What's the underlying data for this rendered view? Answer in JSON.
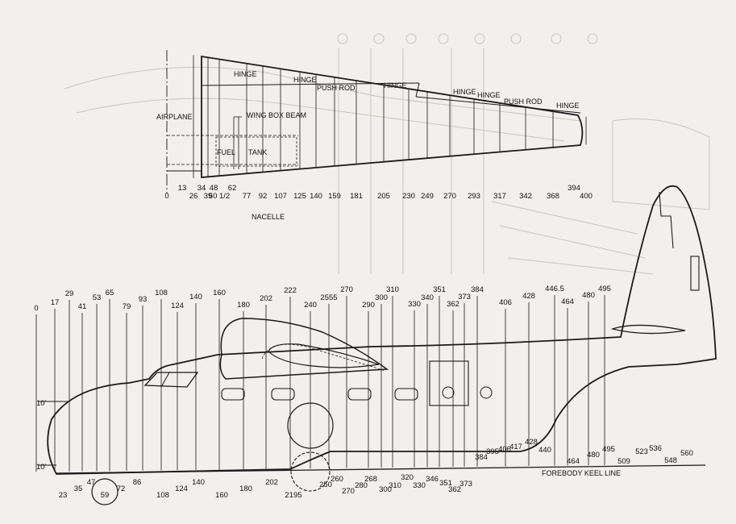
{
  "wing": {
    "labels": {
      "airplane": "AIRPLANE",
      "hinge1": "HINGE",
      "hinge2": "HINGE",
      "hinge3": "HINGE",
      "hinge4": "HINGE",
      "hinge5": "HINGE",
      "hinge6": "HINGE",
      "push_rod1": "PUSH ROD",
      "push_rod2": "PUSH ROD",
      "wing_box_beam": "WING BOX BEAM",
      "fuel": "FUEL",
      "tank": "TANK",
      "nacelle": "NACELLE"
    },
    "stations_bottom": [
      "0",
      "26",
      "39",
      "50 1/2",
      "77",
      "92",
      "107",
      "125",
      "140",
      "159",
      "181",
      "205",
      "230",
      "249",
      "270",
      "293",
      "317",
      "342",
      "368",
      "400"
    ],
    "stations_top": [
      "13",
      "34",
      "48",
      "62",
      "394"
    ]
  },
  "hull": {
    "top_stations": [
      "0",
      "17",
      "29",
      "41",
      "53",
      "65",
      "79",
      "93",
      "108",
      "124",
      "140",
      "160",
      "180",
      "202",
      "222",
      "240",
      "2555",
      "270",
      "290",
      "300",
      "310",
      "330",
      "340",
      "351",
      "362",
      "373",
      "384",
      "406",
      "428",
      "446.5",
      "464",
      "480",
      "495"
    ],
    "bottom_stations": [
      "23",
      "35",
      "47",
      "59",
      "72",
      "86",
      "108",
      "124",
      "140",
      "160",
      "180",
      "202",
      "2195",
      "250",
      "260",
      "270",
      "268",
      "280",
      "300",
      "310",
      "320",
      "330",
      "346",
      "351",
      "362",
      "373",
      "384",
      "395",
      "406",
      "417",
      "428",
      "440",
      "464",
      "480",
      "495",
      "509",
      "523",
      "536",
      "548",
      "560"
    ],
    "waterline_upper": "10'",
    "waterline_lower": "10'",
    "keel_line_label": "FOREBODY KEEL LINE"
  }
}
